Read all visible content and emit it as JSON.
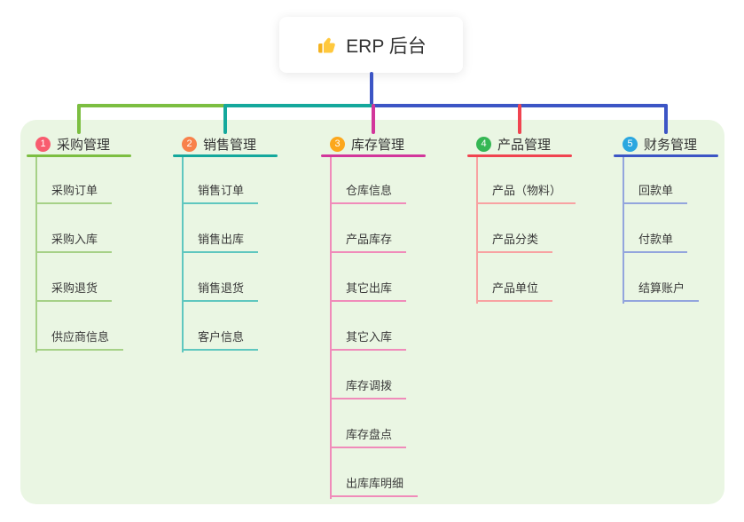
{
  "root": {
    "label": "ERP 后台",
    "icon": "thumbs-up-icon"
  },
  "colors": {
    "page_bg": "#ffffff",
    "panel_bg": "#eaf6e3",
    "trunk": "#3c55c5",
    "text": "#333333"
  },
  "branches": [
    {
      "number": "1",
      "label": "采购管理",
      "badge_color": "#f85c6f",
      "line_color": "#7cbe41",
      "sub_line_color": "#a6d187",
      "children": [
        "采购订单",
        "采购入库",
        "采购退货",
        "供应商信息"
      ]
    },
    {
      "number": "2",
      "label": "销售管理",
      "badge_color": "#f8814b",
      "line_color": "#14a89c",
      "sub_line_color": "#5fc7bf",
      "children": [
        "销售订单",
        "销售出库",
        "销售退货",
        "客户信息"
      ]
    },
    {
      "number": "3",
      "label": "库存管理",
      "badge_color": "#fca71c",
      "line_color": "#d2369b",
      "sub_line_color": "#f08bba",
      "children": [
        "仓库信息",
        "产品库存",
        "其它出库",
        "其它入库",
        "库存调拨",
        "库存盘点",
        "出库库明细"
      ]
    },
    {
      "number": "4",
      "label": "产品管理",
      "badge_color": "#35b754",
      "line_color": "#f04450",
      "sub_line_color": "#f8a2a2",
      "children": [
        "产品（物料）",
        "产品分类",
        "产品单位"
      ]
    },
    {
      "number": "5",
      "label": "财务管理",
      "badge_color": "#2ba7e0",
      "line_color": "#3c55c5",
      "sub_line_color": "#93a5dd",
      "children": [
        "回款单",
        "付款单",
        "结算账户"
      ]
    }
  ]
}
